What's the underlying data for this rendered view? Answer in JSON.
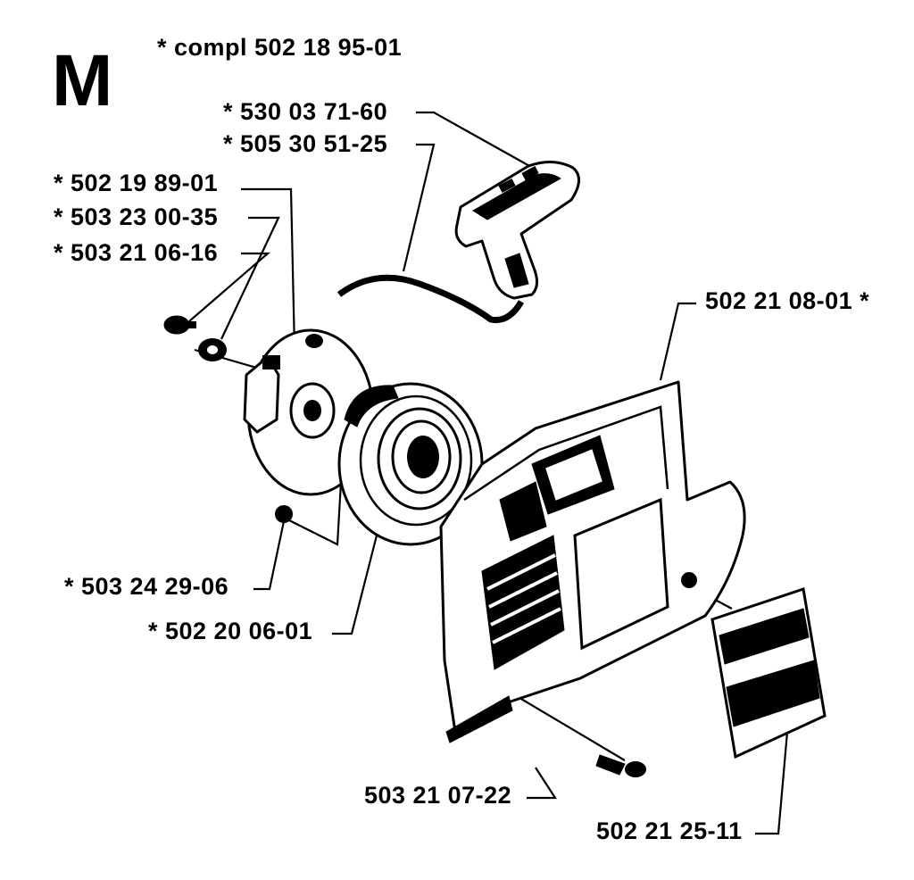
{
  "section_letter": "M",
  "kit_note": "*  compl 502 18 95-01",
  "callouts": [
    {
      "id": "handle",
      "text": "*  530 03 71-60"
    },
    {
      "id": "rope",
      "text": "*  505 30 51-25"
    },
    {
      "id": "pulley",
      "text": "*  502 19 89-01"
    },
    {
      "id": "washer",
      "text": "*  503 23 00-35"
    },
    {
      "id": "screw-top",
      "text": "*  503 21 06-16"
    },
    {
      "id": "housing",
      "text": "502 21 08-01  *"
    },
    {
      "id": "bolt-small",
      "text": "*  503 24 29-06"
    },
    {
      "id": "spring",
      "text": "*  502 20 06-01"
    },
    {
      "id": "screw-bottom",
      "text": "503 21 07-22"
    },
    {
      "id": "decal",
      "text": "502 21 25-11"
    }
  ],
  "colors": {
    "ink": "#000000",
    "paper": "#ffffff"
  }
}
